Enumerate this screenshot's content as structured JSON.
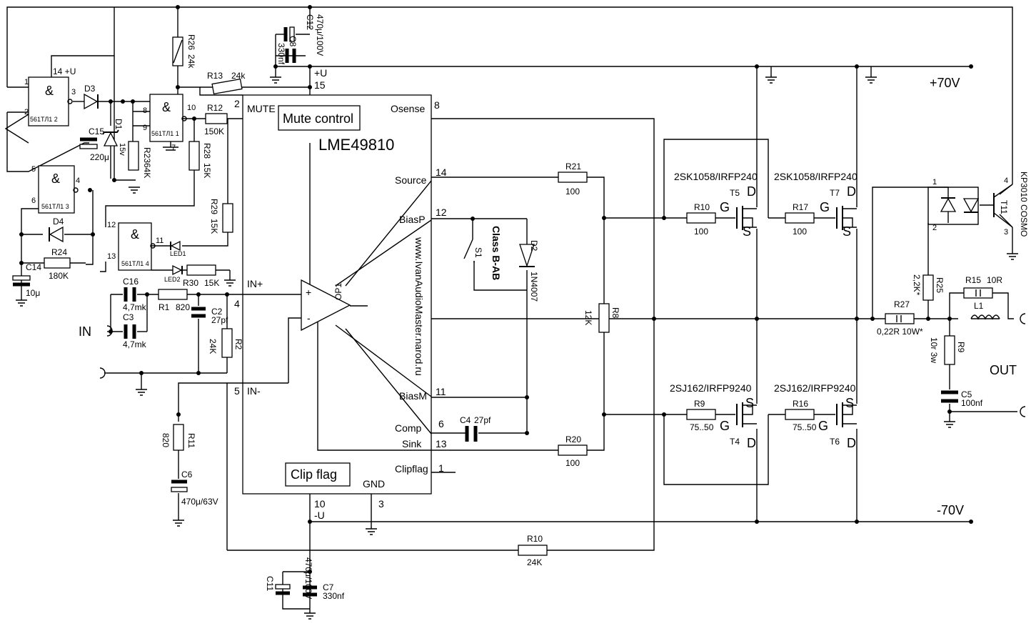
{
  "chip": {
    "name": "LME49810",
    "mute_block": "Mute control",
    "clip_block": "Clip flag",
    "opamp": "OP1",
    "url": "www.IvanAudioMaster.narod.ru",
    "pins": {
      "mute": "MUTE",
      "osense": "Osense",
      "source": "Source",
      "biasp": "BiasP",
      "biasm": "BiasM",
      "comp": "Comp",
      "sink": "Sink",
      "clipflag": "Clipflag",
      "gnd": "GND",
      "inp": "IN+",
      "inm": "IN-",
      "vplus": "+U",
      "vminus": "-U"
    },
    "pin_numbers": {
      "p15": "15",
      "p2": "2",
      "p8": "8",
      "p14": "14",
      "p12": "12",
      "p11": "11",
      "p6": "6",
      "p13": "13",
      "p1": "1",
      "p4": "4",
      "p5": "5",
      "p10": "10",
      "p3": "3"
    },
    "opamp_plus": "+",
    "opamp_minus": "-"
  },
  "rails": {
    "pos": "+70V",
    "neg": "-70V"
  },
  "io": {
    "in": "IN",
    "out": "OUT"
  },
  "switch": {
    "name": "S1",
    "label": "Class B-AB"
  },
  "logic": {
    "symbol": "&",
    "g1": "561ТЛ1 2",
    "g2": "561ТЛ1 1",
    "g3": "561ТЛ1 3",
    "g4": "561ТЛ1 4",
    "supply": "14 +U",
    "pins": {
      "n1": "1",
      "n2": "2",
      "n3": "3",
      "n8": "8",
      "n9": "9",
      "n10": "10",
      "n7": "7",
      "n5": "5",
      "n6": "6",
      "n4": "4",
      "n12": "12",
      "n13": "13",
      "n11": "11"
    }
  },
  "components": {
    "R26": "R26",
    "R26v": "24k",
    "R13": "R13",
    "R13v": "24k",
    "R12": "R12",
    "R12v": "150K",
    "R28": "R28",
    "R28v": "15K",
    "R29": "R29",
    "R29v": "15K",
    "R23": "R23",
    "R23v": "64K",
    "R24": "R24",
    "R24v": "180K",
    "R30": "R30",
    "R30v": "15K",
    "R1": "R1",
    "R1v": "820",
    "R2": "R2",
    "R2v": "24K",
    "R11": "R11",
    "R11v": "820",
    "R10b": "R10",
    "R10bv": "24K",
    "R21": "R21",
    "R21v": "100",
    "R20": "R20",
    "R20v": "100",
    "R8": "R8",
    "R8v": "12K",
    "R10": "R10",
    "R10v": "100",
    "R17": "R17",
    "R17v": "100",
    "R9": "R9",
    "R9v": "75..50",
    "R16": "R16",
    "R16v": "75..50",
    "R25": "R25",
    "R25v": "2,2K*",
    "R27": "R27",
    "R27v": "0,22R 10W*",
    "R15": "R15",
    "R15v": "10R",
    "R9o": "R9",
    "R9ov": "10r 3w",
    "L1": "L1",
    "C12": "C12",
    "C12v": "470μ/100V",
    "C8": "C8",
    "C8v": "330nf",
    "C15": "C15",
    "C15v": "220μ",
    "C14": "C14",
    "C14v": "10μ",
    "C16": "C16",
    "C16v": "4,7mk",
    "C3": "C3",
    "C3v": "4,7mk",
    "C2": "C2",
    "C2v": "27pf",
    "C6": "C6",
    "C6v": "470μ/63V",
    "C4": "C4",
    "C4v": "27pf",
    "C11": "C11",
    "C11v": "470μ/100V",
    "C7": "C7",
    "C7v": "330nf",
    "C5": "C5",
    "C5v": "100nf",
    "D1": "D1",
    "D1v": "15v",
    "D2": "D2",
    "D2v": "1N4007",
    "D3": "D3",
    "D4": "D4",
    "LED1": "LED1",
    "LED2": "LED2"
  },
  "transistors": {
    "T5": "T5",
    "T5type": "2SK1058/IRFP240",
    "T7": "T7",
    "T7type": "2SK1058/IRFP240",
    "T4": "T4",
    "T4type": "2SJ162/IRFP9240",
    "T6": "T6",
    "T6type": "2SJ162/IRFP9240",
    "G": "G",
    "D": "D",
    "S": "S",
    "T11": "T11",
    "T11type": "KP3010 COSMO",
    "t11p1": "1",
    "t11p2": "2",
    "t11p3": "3",
    "t11p4": "4"
  }
}
